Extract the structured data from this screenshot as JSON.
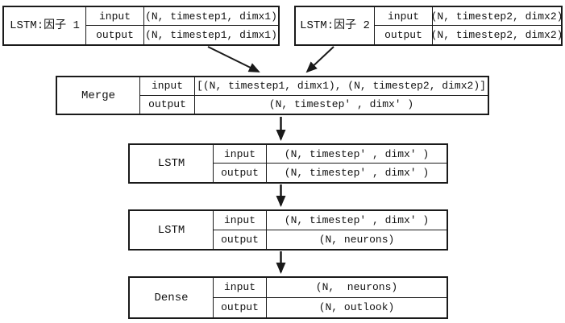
{
  "diagram": {
    "title": "stacked LSTM merge network layer shapes",
    "colors": {
      "line": "#1a1a1a",
      "background": "#ffffff",
      "text": "#111111"
    },
    "nodes": [
      {
        "id": "lstm-factor1",
        "label": "LSTM:因子 1",
        "rows": [
          {
            "key": "input",
            "value": "(N, timestep1, dimx1)"
          },
          {
            "key": "output",
            "value": "(N, timestep1, dimx1)"
          }
        ]
      },
      {
        "id": "lstm-factor2",
        "label": "LSTM:因子 2",
        "rows": [
          {
            "key": "input",
            "value": "(N, timestep2, dimx2)"
          },
          {
            "key": "output",
            "value": "(N, timestep2, dimx2)"
          }
        ]
      },
      {
        "id": "merge",
        "label": "Merge",
        "rows": [
          {
            "key": "input",
            "value": "[(N, timestep1, dimx1), (N, timestep2, dimx2)]"
          },
          {
            "key": "output",
            "value": "(N, timestep' , dimx' )"
          }
        ]
      },
      {
        "id": "lstm-a",
        "label": "LSTM",
        "rows": [
          {
            "key": "input",
            "value": "(N, timestep' , dimx' )"
          },
          {
            "key": "output",
            "value": "(N, timestep' , dimx' )"
          }
        ]
      },
      {
        "id": "lstm-b",
        "label": "LSTM",
        "rows": [
          {
            "key": "input",
            "value": "(N, timestep' , dimx' )"
          },
          {
            "key": "output",
            "value": "(N, neurons)"
          }
        ]
      },
      {
        "id": "dense",
        "label": "Dense",
        "rows": [
          {
            "key": "input",
            "value": "(N,  neurons)"
          },
          {
            "key": "output",
            "value": "(N, outlook)"
          }
        ]
      }
    ],
    "edges": [
      {
        "from": "lstm-factor1",
        "to": "merge"
      },
      {
        "from": "lstm-factor2",
        "to": "merge"
      },
      {
        "from": "merge",
        "to": "lstm-a"
      },
      {
        "from": "lstm-a",
        "to": "lstm-b"
      },
      {
        "from": "lstm-b",
        "to": "dense"
      }
    ]
  }
}
